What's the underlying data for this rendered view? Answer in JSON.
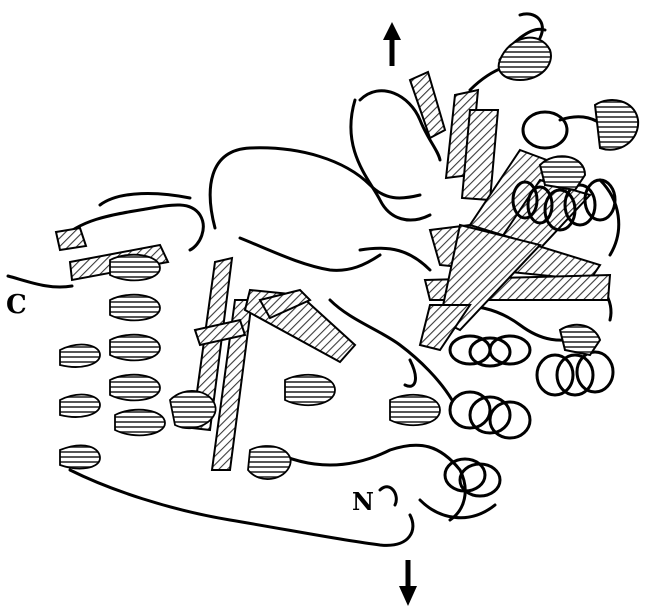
{
  "figure": {
    "labels": {
      "c_terminus": "C",
      "n_terminus": "N"
    },
    "arrows": [
      {
        "direction": "up",
        "icon": "arrow-up-icon"
      },
      {
        "direction": "down",
        "icon": "arrow-down-icon"
      }
    ],
    "colors": {
      "ink": "#000000",
      "paper": "#ffffff",
      "hatch": "#3a3a3a"
    }
  }
}
